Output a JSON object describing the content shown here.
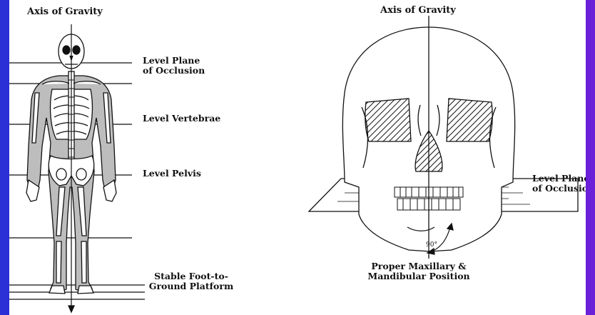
{
  "left_figure": {
    "title": "Axis of Gravity",
    "labels": {
      "occlusion": [
        "Level Plane",
        "of Occlusion"
      ],
      "vertebrae": "Level Vertebrae",
      "pelvis": "Level Pelvis",
      "platform": [
        "Stable Foot-to-",
        "Ground Platform"
      ]
    }
  },
  "right_figure": {
    "title": "Axis of Gravity",
    "occlusion_label": [
      "Level Plane",
      "of Occlusion"
    ],
    "position_label": [
      "Proper Maxillary &",
      "Mandibular Position"
    ],
    "angle": "90°"
  },
  "colors": {
    "slide_background_left": "#2a2fd6",
    "slide_background_right": "#6b1fd8",
    "panel": "#ffffff",
    "ink": "#111111",
    "bone_shading": "#bdbdbd"
  }
}
